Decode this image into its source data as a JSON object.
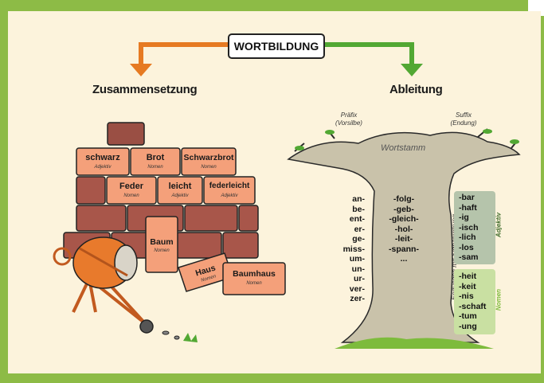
{
  "title": "WORTBILDUNG",
  "left_heading": "Zusammensetzung",
  "right_heading": "Ableitung",
  "bricks": [
    {
      "word": "schwarz",
      "type": "Adjektiv"
    },
    {
      "word": "Brot",
      "type": "Nomen"
    },
    {
      "word": "Schwarzbrot",
      "type": "Nomen"
    },
    {
      "word": "Feder",
      "type": "Nomen"
    },
    {
      "word": "leicht",
      "type": "Adjektiv"
    },
    {
      "word": "federleicht",
      "type": "Adjektiv"
    },
    {
      "word": "Baum",
      "type": "Nomen"
    },
    {
      "word": "Haus",
      "type": "Nomen"
    },
    {
      "word": "Baumhaus",
      "type": "Nomen"
    }
  ],
  "tree": {
    "praefix_label": "Präfix",
    "praefix_sub": "(Vorsilbe)",
    "suffix_label": "Suffix",
    "suffix_sub": "(Endung)",
    "stem_label": "Wortstamm",
    "vertical_label": "Endungen mit Signalwirkung",
    "prefixes": [
      "an-",
      "be-",
      "ent-",
      "er-",
      "ge-",
      "miss-",
      "um-",
      "un-",
      "ur-",
      "ver-",
      "zer-"
    ],
    "stems": [
      "-folg-",
      "-geb-",
      "-gleich-",
      "-hol-",
      "-leit-",
      "-spann-",
      "..."
    ],
    "adjective_suffixes": [
      "-bar",
      "-haft",
      "-ig",
      "-isch",
      "-lich",
      "-los",
      "-sam"
    ],
    "adjective_label": "Adjektiv",
    "noun_suffixes": [
      "-heit",
      "-keit",
      "-nis",
      "-schaft",
      "-tum",
      "-ung"
    ],
    "noun_label": "Nomen"
  },
  "colors": {
    "frame_green": "#8dbb46",
    "panel": "#fcf3dc",
    "orange_arrow": "#e67a22",
    "green_arrow": "#52a833",
    "brick": "#a8564a",
    "brick_highlight": "#f4a07a",
    "adjective_box": "#b5c4ab",
    "noun_box": "#c9e0a2",
    "adjective_text": "#3e6b2a",
    "noun_text": "#7dbb3c"
  }
}
